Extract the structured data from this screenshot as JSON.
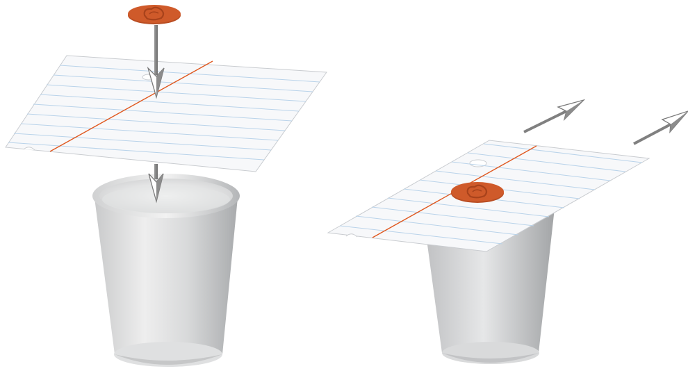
{
  "title": "",
  "panels": [
    {
      "id": "left",
      "items": [
        "coin",
        "lined-paper",
        "cup",
        "down-arrow",
        "down-arrow"
      ]
    },
    {
      "id": "right",
      "items": [
        "cup",
        "lined-paper-with-coin",
        "motion-arrow",
        "motion-arrow"
      ]
    }
  ],
  "colors": {
    "background": "#ffffff",
    "paper": "#f7f8fa",
    "paper_rule_line": "#b9d3ea",
    "paper_margin_line": "#e0581f",
    "coin": "#cf5a2a",
    "coin_emboss": "#a8421b",
    "cup_light": "#eeeeee",
    "cup_dark": "#a9abad",
    "arrow": "#808080"
  },
  "icons": [
    "coin-icon",
    "lined-paper-icon",
    "paper-cup-icon",
    "arrow-icon"
  ]
}
